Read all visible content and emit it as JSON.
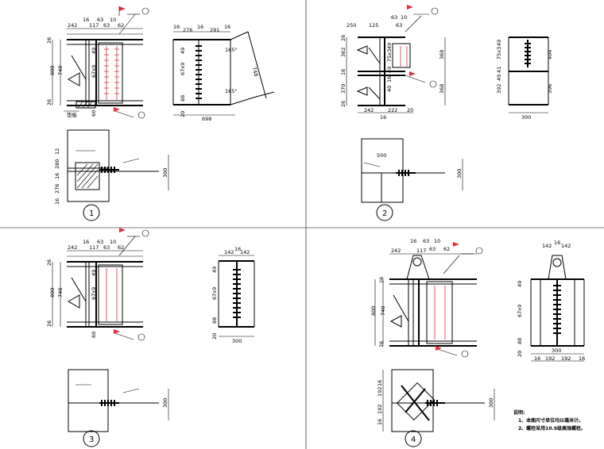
{
  "labels": {
    "d1": [
      "242",
      "16",
      "117",
      "63",
      "63",
      "10",
      "62"
    ],
    "d2": [
      "16",
      "276",
      "16",
      "291",
      "16"
    ],
    "v1": [
      "26",
      "748",
      "800",
      "26",
      "49",
      "67x9",
      "60"
    ],
    "v2": [
      "49",
      "67x9",
      "88",
      "20"
    ],
    "b2": "698",
    "a1": "165°",
    "a2": "165°",
    "d3": "748",
    "q2top": [
      "250",
      "125",
      "63",
      "10",
      "63"
    ],
    "q2left": [
      "26",
      "362",
      "16",
      "370",
      "26"
    ],
    "q2mid": [
      "49",
      "75x3",
      "49",
      "16",
      "40"
    ],
    "q2right": [
      "368",
      "368"
    ],
    "q2bot": [
      "242",
      "222",
      "20",
      "16"
    ],
    "q2r2": [
      "404",
      "396",
      "49",
      "75x3",
      "41",
      "49",
      "392",
      "300"
    ],
    "q2lower": [
      "500",
      "300"
    ],
    "q1lower": [
      "12",
      "280",
      "16",
      "276",
      "16",
      "300"
    ],
    "q3top": [
      "242",
      "16",
      "117",
      "63",
      "63",
      "10",
      "62"
    ],
    "q3left": [
      "26",
      "748",
      "800",
      "26",
      "49",
      "67x9",
      "60"
    ],
    "q3right": [
      "142",
      "16",
      "142",
      "49",
      "67x9",
      "88",
      "20",
      "300"
    ],
    "q3lower": "300",
    "q4top": [
      "242",
      "16",
      "117",
      "63",
      "63",
      "10",
      "62"
    ],
    "q4left": [
      "26",
      "748",
      "800",
      "26"
    ],
    "q4right": [
      "142",
      "16",
      "142",
      "49",
      "67x9",
      "88",
      "20",
      "300",
      "16",
      "192",
      "192",
      "16"
    ],
    "q4lower": [
      "16",
      "192",
      "192",
      "16",
      "300"
    ],
    "circles": [
      "1",
      "2",
      "3",
      "4"
    ],
    "note_title": "说明:",
    "note_1": "1、本图尺寸单位均以毫米计。",
    "note_2": "2、螺栓采用10.9级高强螺栓。",
    "gasket": "垫板"
  }
}
